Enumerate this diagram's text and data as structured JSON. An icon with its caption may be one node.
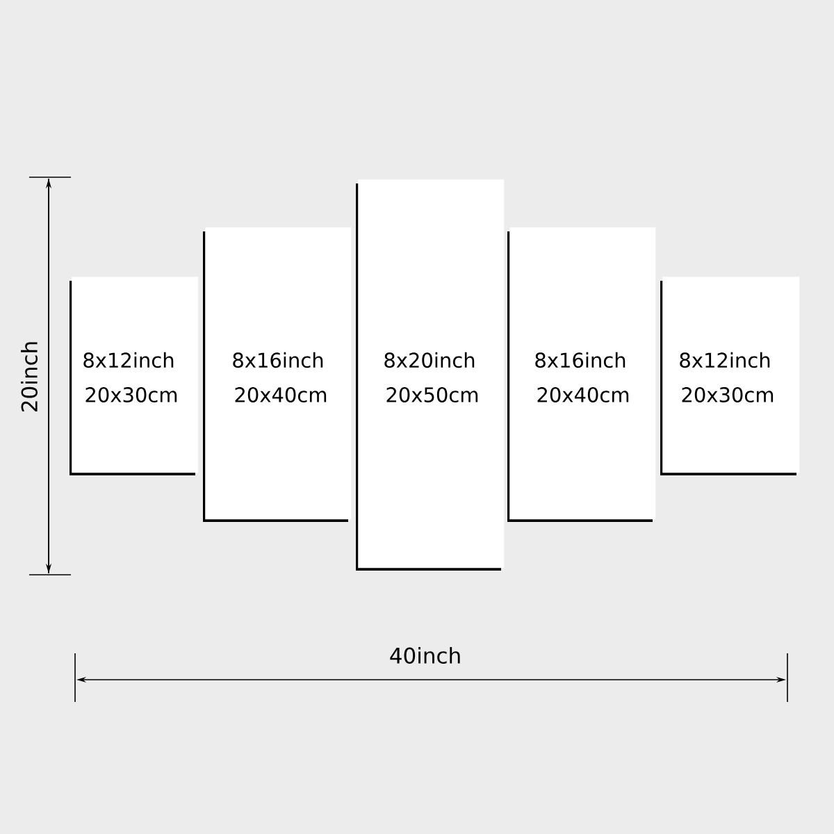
{
  "diagram": {
    "nodes": [
      {
        "text": [
          "8x12inch",
          "20x30cm"
        ]
      },
      {
        "text": [
          "8x16inch",
          "20x40cm"
        ]
      },
      {
        "text": [
          "8x20inch",
          "20x50cm"
        ]
      },
      {
        "text": [
          "8x16inch",
          "20x40cm"
        ]
      },
      {
        "text": [
          "8x12inch",
          "20x30cm"
        ]
      }
    ],
    "labels": [
      "20inch",
      "40inch"
    ]
  }
}
